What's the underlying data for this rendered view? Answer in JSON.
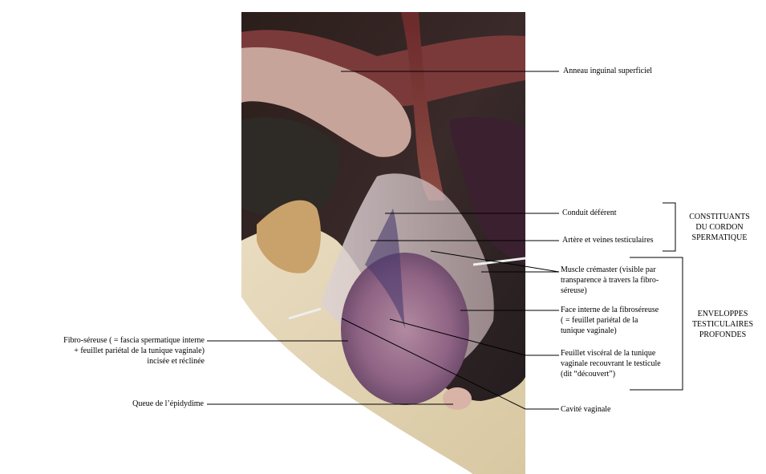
{
  "labels": {
    "anneau": "Anneau inguinal superficiel",
    "conduit": "Conduit déférent",
    "artere": "Artère et veines testiculaires",
    "muscle": "Muscle crémaster (visible par\ntransparence à travers la fibro-\nséreuse)",
    "face": "Face interne de la fibroséreuse\n( = feuillet pariétal de la\ntunique vaginale)",
    "feuillet": "Feuillet viscéral de la tunique\nvaginale recouvrant le testicule\n(dit “découvert”)",
    "cavite": "Cavité vaginale",
    "fibro": "Fibro-séreuse ( = fascia spermatique interne\n+ feuillet pariétal de la tunique vaginale)\nincisée et réclinée",
    "queue": "Queue de l’épidydime"
  },
  "groups": {
    "cordon": "CONSTITUANTS\nDU CORDON\nSPERMATIQUE",
    "enveloppes": "ENVELOPPES\nTESTICULAIRES\nPROFONDES"
  },
  "photo": {
    "subject": "anatomical dissection photograph of the spermatic cord and testis"
  }
}
